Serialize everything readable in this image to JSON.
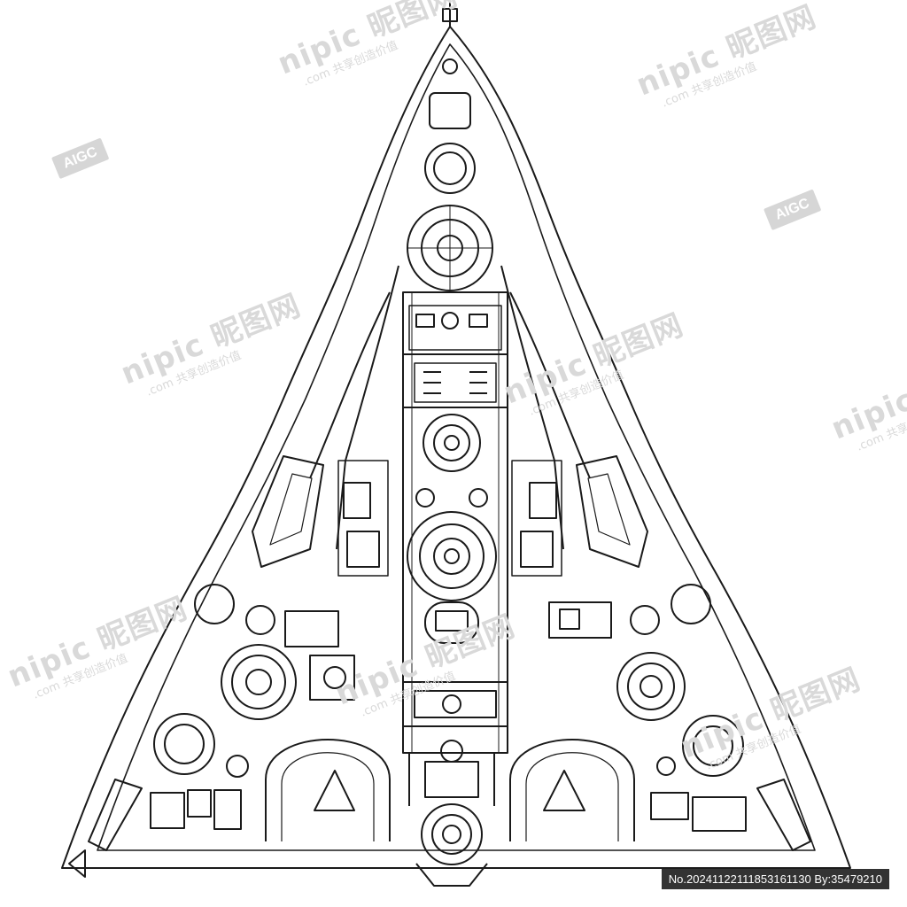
{
  "watermarks": {
    "brand": "nipic 昵图网",
    "tagline": ".com 共享创造价值",
    "aigc_label": "AIGC"
  },
  "footer": {
    "id_text": "No.20241122111853161130 By:35479210"
  },
  "colors": {
    "line": "#1a1a1a",
    "background": "#ffffff",
    "watermark": "#d9d9d9"
  }
}
